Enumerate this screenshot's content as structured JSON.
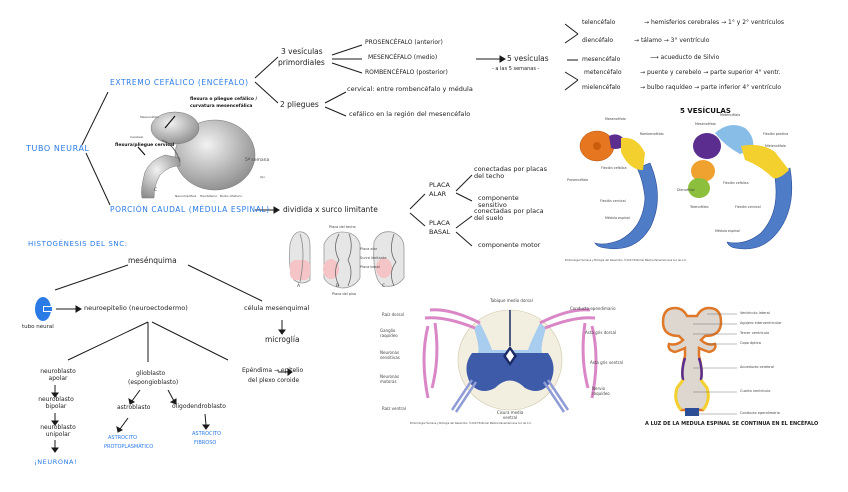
{
  "root": {
    "label": "TUBO NEURAL"
  },
  "cephalic": {
    "label": "EXTREMO CEFÁLICO (ENCÉFALO)",
    "primordial": {
      "label_line1": "3 vesículas",
      "label_line2": "primordiales",
      "items": [
        "PROSENCÉFALO (anterior)",
        "MESENCÉFALO (medio)",
        "ROMBENCÉFALO (posterior)"
      ],
      "result": "5 vesículas",
      "result_note": "- a las 5 semanas -"
    },
    "folds": {
      "label": "2 pliegues",
      "items": [
        "cervical: entre rombencéfalo y médula",
        "cefálico en la región del mesencéfalo"
      ]
    },
    "five_vesicles": [
      {
        "name": "telencéfalo",
        "derivative": "hemisferios cerebrales",
        "cavity": "1° y 2° ventrículos"
      },
      {
        "name": "diencéfalo",
        "derivative": "tálamo",
        "cavity": "3° ventrículo"
      },
      {
        "name": "mesencéfalo",
        "derivative": "",
        "cavity": "acueducto de Silvio"
      },
      {
        "name": "metencéfalo",
        "derivative": "puente y cerebelo",
        "cavity": "parte superior 4° ventr."
      },
      {
        "name": "mielencéfalo",
        "derivative": "bulbo raquídeo",
        "cavity": "parte inferior 4° ventrículo"
      }
    ],
    "embryo_figure": {
      "annotation_top_line1": "flexura o pliegue cefálico /",
      "annotation_top_line2": "curvatura mesencefálica",
      "annotation_left": "flexura/pliegue cervical",
      "week_label": "5ª semana",
      "panel_letter": "C",
      "labels": [
        "Mesencéfalo",
        "Cerebelo",
        "Neurohipófisis",
        "Hipotálamo",
        "Bulbo olfatorio",
        "Ojo"
      ]
    }
  },
  "caudal": {
    "label": "PORCIÓN CAUDAL (MÉDULA ESPINAL)",
    "division": "dividida x surco limitante",
    "plates": [
      {
        "label_line1": "PLACA",
        "label_line2": "ALAR",
        "items": [
          "conectadas por placas del techo",
          "componente sensitivo"
        ]
      },
      {
        "label_line1": "PLACA",
        "label_line2": "BASAL",
        "items": [
          "conectadas por placa del suelo",
          "componente motor"
        ]
      }
    ]
  },
  "plate_figure": {
    "labels": [
      "Placa del techo",
      "Placa alar",
      "Surco limitante",
      "Placa basal",
      "Placa del piso"
    ],
    "panels": [
      "A",
      "B",
      "C"
    ]
  },
  "vesicles_figure": {
    "title": "5 VESÍCULAS",
    "left_labels": [
      "Mesencéfalo",
      "Rombencéfalo",
      "Flexión cefálica",
      "Prosencéfalo",
      "Flexión cervical",
      "Médula espinal"
    ],
    "right_labels": [
      "Metencéfalo",
      "Mesencéfalo",
      "Flexión pontina",
      "Mielencéfalo",
      "Diencéfalo",
      "Flexión cefálica",
      "Telencéfalo",
      "Flexión cervical",
      "Médula espinal"
    ],
    "credit": "Embriología Humana y Biología del Desarrollo. ©2013 Editorial Médica Panamericana S.A de C.V."
  },
  "histogenesis": {
    "title": "HISTOGÉNESIS DEL SNC:",
    "mesenchyme": "mesénquima",
    "tube_label": "tubo neural",
    "neuroepithelium": "neuroepitelio (neuroectodermo)",
    "mesenchymal_cell": "célula mesenquimal",
    "microglia": "microglía",
    "neuron_chain": [
      "neuroblasto apolar",
      "neuroblasto bipolar",
      "neuroblasto unipolar",
      "¡NEURONA!"
    ],
    "glioblast_line1": "glioblasto",
    "glioblast_line2": "(espongioblasto)",
    "astroblast": "astroblasto",
    "oligodendroblast": "oligodendroblasto",
    "astro_proto_line1": "ASTROCITO",
    "astro_proto_line2": "PROTOPLASMÁTICO",
    "astro_fibro_line1": "ASTROCITO",
    "astro_fibro_line2": "FIBROSO",
    "ependyma_line1": "Epéndima → epitelio",
    "ependyma_line2": "del plexo coroide"
  },
  "spinal_figure": {
    "labels_left": [
      "Raíz dorsal",
      "Ganglio raquídeo",
      "Neuronas sensitivas",
      "Neuronas motoras",
      "Raíz ventral"
    ],
    "labels_right": [
      "Conducto ependimario",
      "Asta gris dorsal",
      "Asta gris ventral",
      "Nervio raquídeo"
    ],
    "label_top": "Tabique medio dorsal",
    "label_bottom": "Cisura media ventral",
    "credit": "Embriología Humana y Biología del Desarrollo. ©2013 Editorial Médica Panamericana S.A de C.V."
  },
  "ventricles_figure": {
    "labels": [
      "Ventrículo lateral",
      "Agujero interventricular",
      "Tercer ventrículo",
      "Copa óptica",
      "Acueducto cerebral",
      "Cuarto ventrículo",
      "Conducto ependimario"
    ],
    "caption": "A LUZ DE LA MEDULA ESPINAL SE CONTINUA EN EL ENCÉFALO"
  },
  "colors": {
    "accent_blue": "#2b7be6",
    "ink": "#1a1a1a"
  }
}
